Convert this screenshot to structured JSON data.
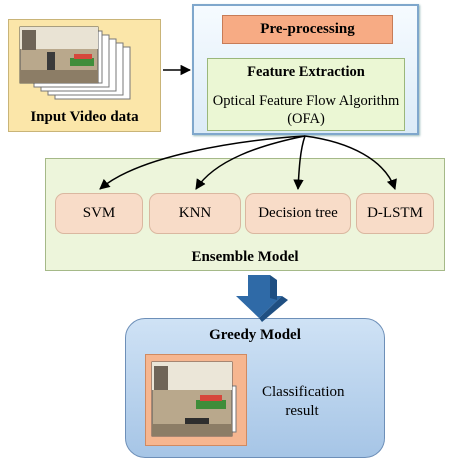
{
  "input": {
    "label": "Input Video data"
  },
  "feature": {
    "preprocessing": "Pre-processing",
    "title": "Feature Extraction",
    "algorithm_line1": "Optical Feature Flow Algorithm",
    "algorithm_line2": "(OFA)"
  },
  "ensemble": {
    "label": "Ensemble Model",
    "models": [
      "SVM",
      "KNN",
      "Decision tree",
      "D-LSTM"
    ]
  },
  "greedy": {
    "title": "Greedy Model",
    "result_line1": "Classification",
    "result_line2": "result"
  },
  "colors": {
    "input_bg": "#fbe6a9",
    "preprocessing_bg": "#f7ab84",
    "feature_bg": "#ebf7d4",
    "ensemble_bg": "#edf5db",
    "model_bg": "#f8dcc8",
    "greedy_bg": "#a6c5e6",
    "big_arrow": "#2f6aa7"
  }
}
